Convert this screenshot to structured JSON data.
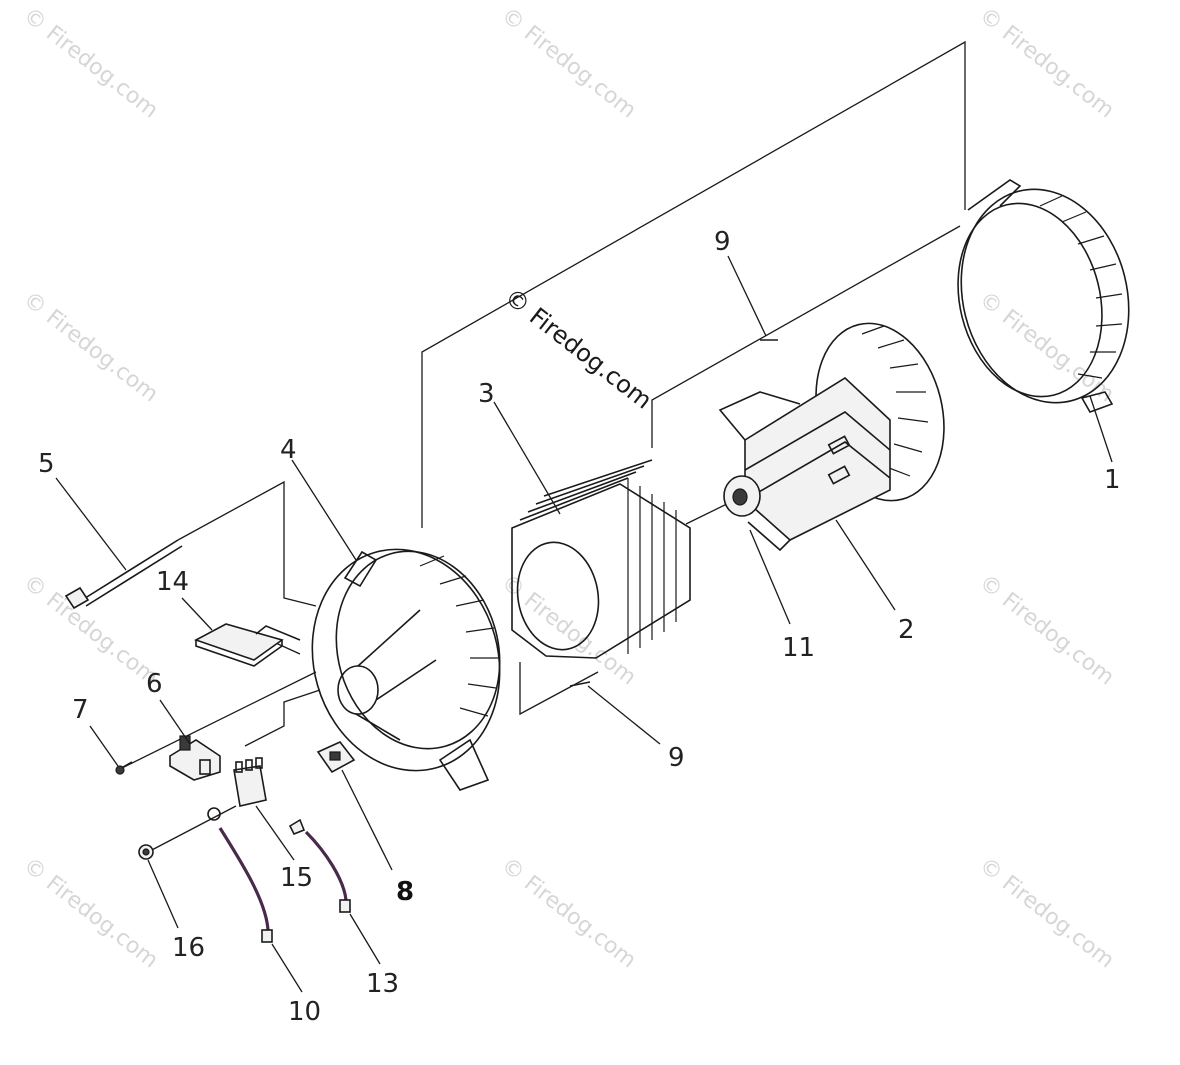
{
  "watermarks": {
    "corner_text": "© Firedog.com",
    "center_text": "© Firedog.com"
  },
  "callouts": [
    {
      "id": "1",
      "text": "1"
    },
    {
      "id": "2",
      "text": "2"
    },
    {
      "id": "3",
      "text": "3"
    },
    {
      "id": "4",
      "text": "4"
    },
    {
      "id": "5",
      "text": "5"
    },
    {
      "id": "6",
      "text": "6"
    },
    {
      "id": "7",
      "text": "7"
    },
    {
      "id": "8",
      "text": "8"
    },
    {
      "id": "9a",
      "text": "9"
    },
    {
      "id": "9b",
      "text": "9"
    },
    {
      "id": "10",
      "text": "10"
    },
    {
      "id": "11",
      "text": "11"
    },
    {
      "id": "13",
      "text": "13"
    },
    {
      "id": "14",
      "text": "14"
    },
    {
      "id": "15",
      "text": "15"
    },
    {
      "id": "16",
      "text": "16"
    }
  ],
  "colors": {
    "line": "#1a1a1a",
    "watermark": "#d6d6d6",
    "wire": "#4a2a4a"
  }
}
